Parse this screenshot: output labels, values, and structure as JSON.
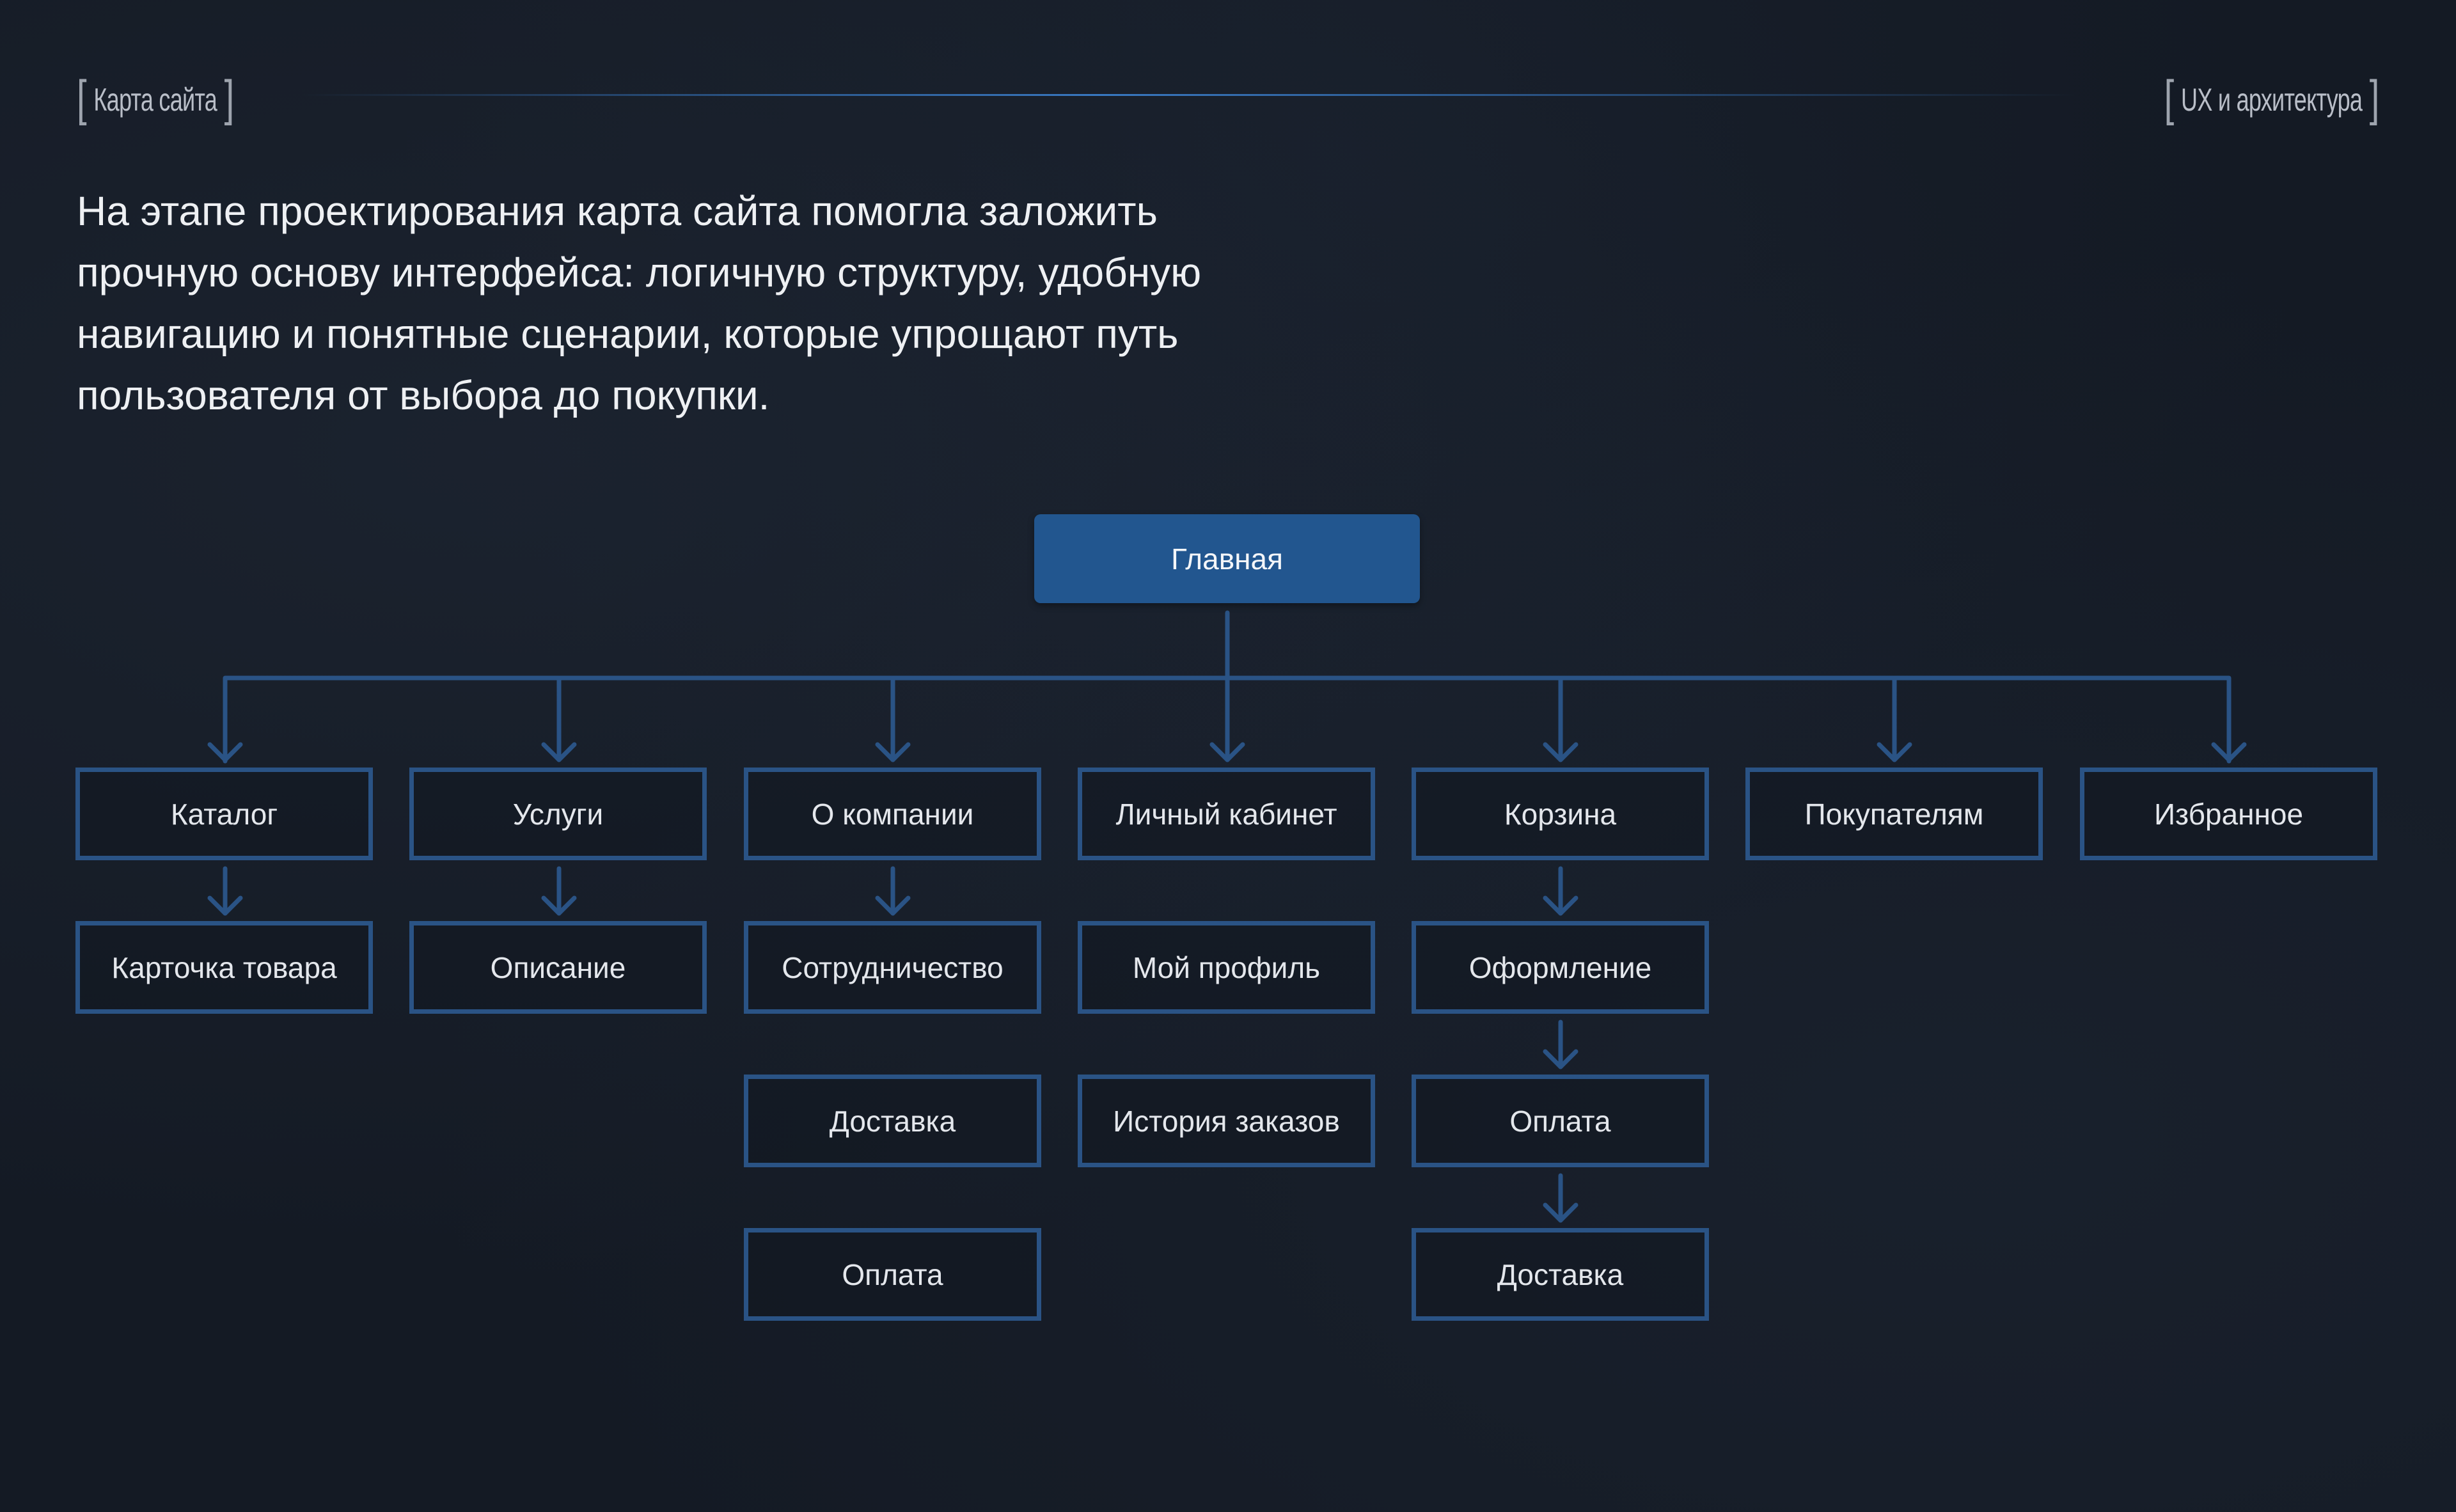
{
  "header": {
    "left_tag": "Карта сайта",
    "right_tag": "UX и архитектура",
    "bracket_open": "[",
    "bracket_close": "]"
  },
  "intro": {
    "lines": [
      "На этапе проектирования карта сайта помогла заложить",
      "прочную основу интерфейса: логичную структуру, удобную",
      "навигацию и понятные сценарии, которые упрощают путь",
      "пользователя от выбора до покупки."
    ]
  },
  "sitemap": {
    "root": "Главная",
    "colors": {
      "root_fill": "#22568f",
      "connector": "#2a5385",
      "node_border": "#2a5385",
      "background": "#141a24"
    },
    "sections": [
      {
        "label": "Каталог",
        "children": [
          "Карточка товара"
        ],
        "chained": true
      },
      {
        "label": "Услуги",
        "children": [
          "Описание"
        ],
        "chained": true
      },
      {
        "label": "О компании",
        "children": [
          "Сотрудничество",
          "Доставка",
          "Оплата"
        ],
        "chained": false
      },
      {
        "label": "Личный кабинет",
        "children": [
          "Мой профиль",
          "История заказов"
        ],
        "chained": false
      },
      {
        "label": "Корзина",
        "children": [
          "Оформление",
          "Оплата",
          "Доставка"
        ],
        "chained": true
      },
      {
        "label": "Покупателям",
        "children": []
      },
      {
        "label": "Избранное",
        "children": []
      }
    ]
  }
}
